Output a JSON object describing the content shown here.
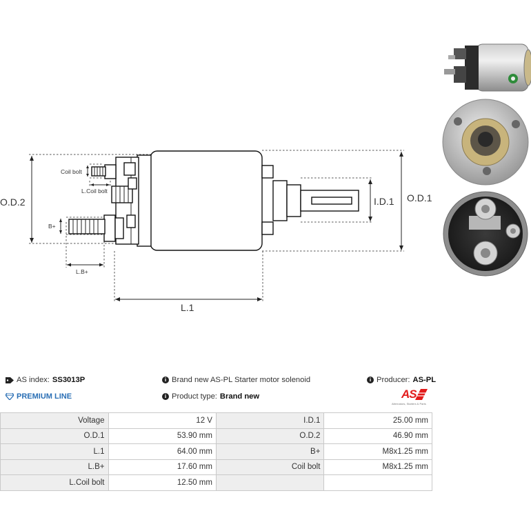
{
  "diagram": {
    "labels": {
      "od2": "O.D.2",
      "od1": "O.D.1",
      "id1": "I.D.1",
      "l1": "L.1",
      "lb": "L.B+",
      "bplus": "B+",
      "coil_bolt": "Coil bolt",
      "l_coil_bolt": "L.Coil bolt"
    }
  },
  "info": {
    "as_index_label": "AS index:",
    "as_index_value": "SS3013P",
    "premium": "PREMIUM LINE",
    "description": "Brand new AS-PL Starter motor solenoid",
    "product_type_label": "Product type:",
    "product_type_value": "Brand new",
    "producer_label": "Producer:",
    "producer_value": "AS-PL",
    "logo_text": "AS",
    "logo_sub": "Alternators, Starters & Parts"
  },
  "specs": [
    [
      "Voltage",
      "12 V",
      "I.D.1",
      "25.00 mm"
    ],
    [
      "O.D.1",
      "53.90 mm",
      "O.D.2",
      "46.90 mm"
    ],
    [
      "L.1",
      "64.00 mm",
      "B+",
      "M8x1.25 mm"
    ],
    [
      "L.B+",
      "17.60 mm",
      "Coil bolt",
      "M8x1.25 mm"
    ],
    [
      "L.Coil bolt",
      "12.50 mm",
      "",
      ""
    ]
  ],
  "colors": {
    "accent_premium": "#2a6fb5",
    "logo_red": "#e21b1b"
  }
}
